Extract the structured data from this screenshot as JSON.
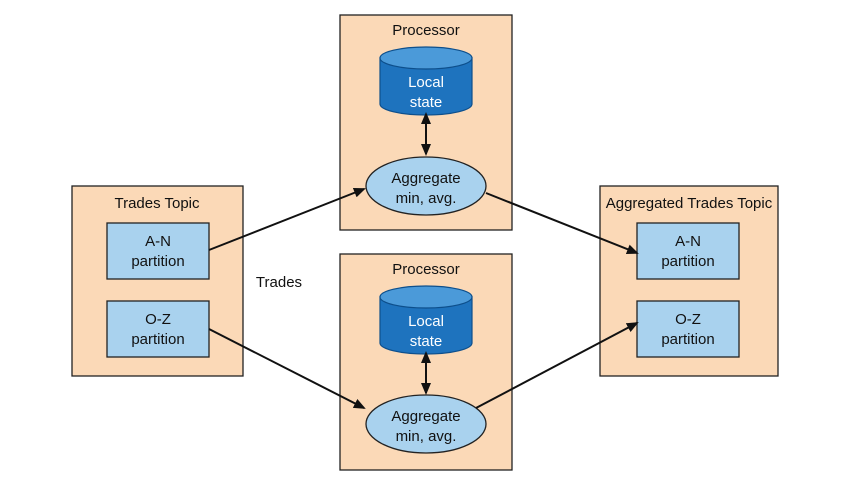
{
  "trades_topic": {
    "title": "Trades Topic",
    "partitions": [
      {
        "line1": "A-N",
        "line2": "partition"
      },
      {
        "line1": "O-Z",
        "line2": "partition"
      }
    ]
  },
  "aggregated_topic": {
    "title": "Aggregated Trades Topic",
    "partitions": [
      {
        "line1": "A-N",
        "line2": "partition"
      },
      {
        "line1": "O-Z",
        "line2": "partition"
      }
    ]
  },
  "processors": [
    {
      "title": "Processor",
      "state": {
        "line1": "Local",
        "line2": "state"
      },
      "aggregate": {
        "line1": "Aggregate",
        "line2": "min, avg."
      }
    },
    {
      "title": "Processor",
      "state": {
        "line1": "Local",
        "line2": "state"
      },
      "aggregate": {
        "line1": "Aggregate",
        "line2": "min, avg."
      }
    }
  ],
  "edge_label": "Trades",
  "colors": {
    "container_fill": "#fbd9b7",
    "partition_fill": "#a9d2ee",
    "state_fill": "#1e73be",
    "stroke": "#222222"
  }
}
